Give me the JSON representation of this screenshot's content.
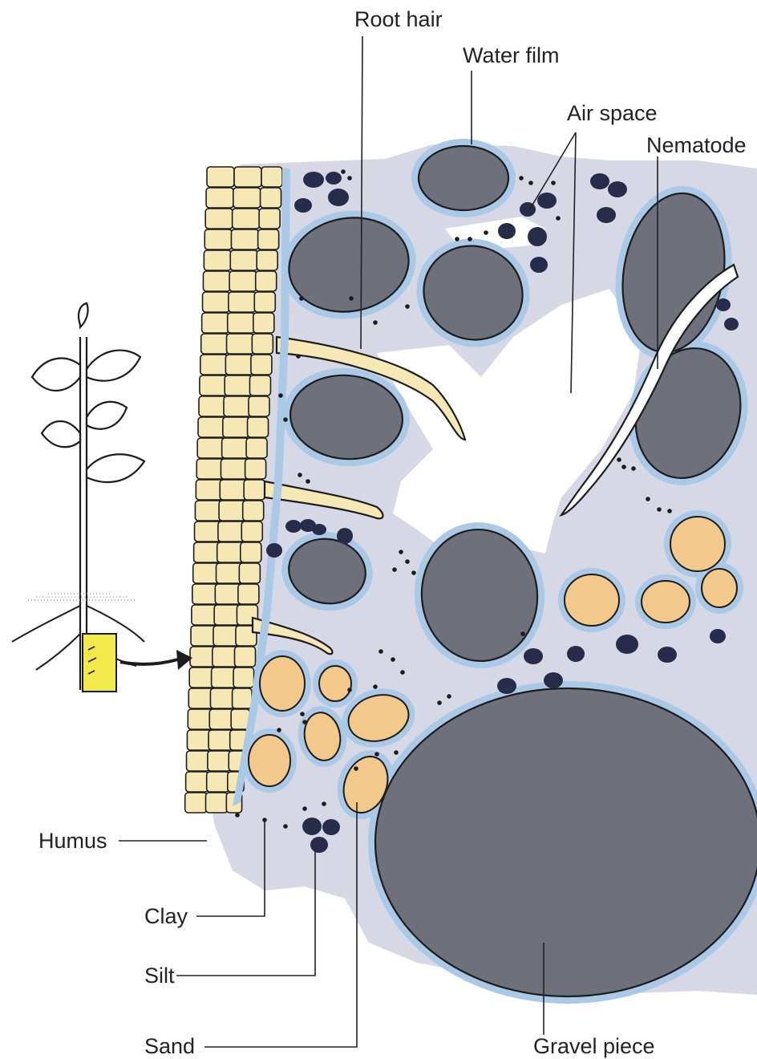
{
  "labels": {
    "root_hair": "Root hair",
    "water_film": "Water film",
    "air_space": "Air space",
    "nematode": "Nematode",
    "humus": "Humus",
    "clay": "Clay",
    "silt": "Silt",
    "sand": "Sand",
    "gravel_piece": "Gravel piece"
  },
  "colors": {
    "humus": "#d6d8e6",
    "water_film": "#a9c9e6",
    "gravel": "#6e717c",
    "sand": "#f2c98a",
    "silt": "#272c4a",
    "root": "#f6e8b4",
    "highlight": "#f2e94a",
    "outline": "#1c1c1c"
  }
}
